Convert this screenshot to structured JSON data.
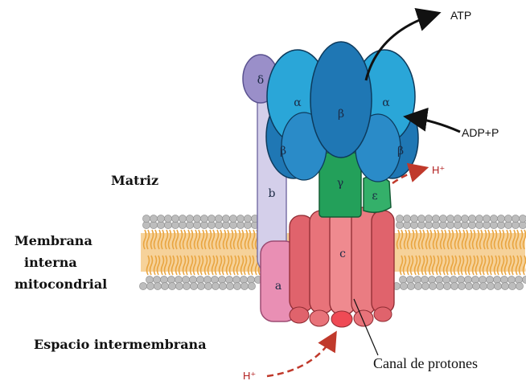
{
  "labels": {
    "matrix": "Matriz",
    "membrane": [
      "Membrana",
      "interna",
      "mitocondrial"
    ],
    "intermembrane_space": "Espacio intermembrana",
    "proton_channel": "Canal de protones",
    "atp": "ATP",
    "adp": "ADP+P",
    "h_plus_top": "H⁺",
    "h_plus_bottom": "H⁺"
  },
  "subunits": {
    "delta": "δ",
    "alpha_left": "α",
    "beta_center": "β",
    "alpha_right": "α",
    "beta_left": "β",
    "beta_right": "β",
    "b": "b",
    "gamma": "γ",
    "epsilon": "ε",
    "c": "c",
    "a": "a"
  },
  "colors": {
    "beta_dark": "#1f77b4",
    "alpha_light": "#2aa6d8",
    "gamma_green": "#23a05a",
    "delta_purple": "#9a8fc9",
    "b_lavender": "#d4cfea",
    "c_pink": "#e8737a",
    "a_pink": "#e98fb4",
    "lipid_head": "#bdbdbd",
    "lipid_tail": "#e9a540",
    "proton_arrow": "#c0392b"
  }
}
